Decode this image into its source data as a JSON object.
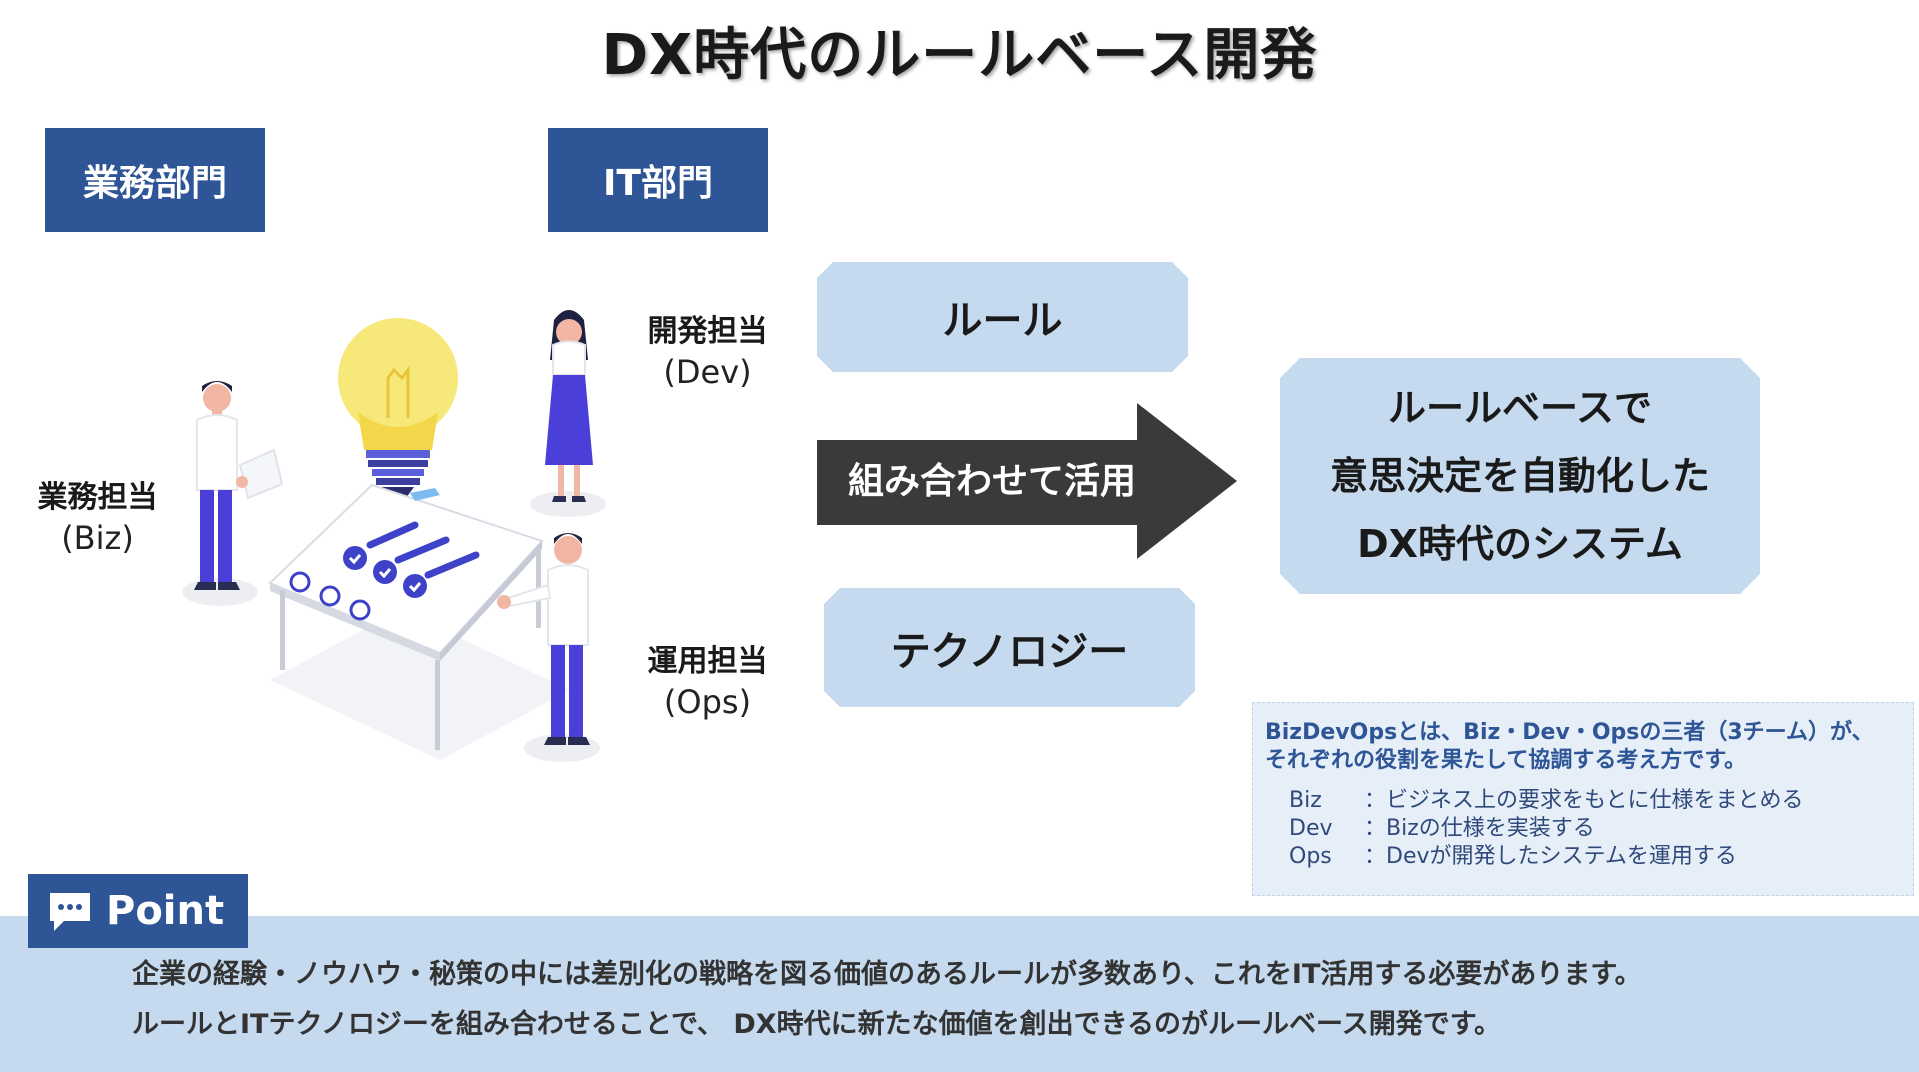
{
  "title": "DX時代のルールベース開発",
  "departments": {
    "biz": "業務部門",
    "it": "IT部門"
  },
  "roles": {
    "biz": {
      "title": "業務担当",
      "sub": "(Biz)"
    },
    "dev": {
      "title": "開発担当",
      "sub": "(Dev)"
    },
    "ops": {
      "title": "運用担当",
      "sub": "(Ops)"
    }
  },
  "rule_label": "ルール",
  "tech_label": "テクノロジー",
  "arrow_label": "組み合わせて活用",
  "result_lines": [
    "ルールベースで",
    "意思決定を自動化した",
    "DX時代のシステム"
  ],
  "note": {
    "heading_line1": "BizDevOpsとは、Biz・Dev・Opsの三者（3チーム）が、",
    "heading_line2": "それぞれの役割を果たして協調する考え方です。",
    "items": [
      {
        "key": "Biz",
        "desc": "：ビジネス上の要求をもとに仕様をまとめる"
      },
      {
        "key": "Dev",
        "desc": "：Bizの仕様を実装する"
      },
      {
        "key": "Ops",
        "desc": "：Devが開発したシステムを運用する"
      }
    ]
  },
  "point": {
    "label": "Point",
    "line1": "企業の経験・ノウハウ・秘策の中には差別化の戦略を図る価値のあるルールが多数あり、これをIT活用する必要があります。",
    "line2": "ルールとITテクノロジーを組み合わせることで、 DX時代に新たな価値を創出できるのがルールベース開発です。"
  },
  "colors": {
    "dept_blue": "#2e5596",
    "light_blue": "#c5daef",
    "arrow": "#3a3a3a",
    "figure_purple": "#4a3fd8",
    "bulb": "#f7e979"
  }
}
